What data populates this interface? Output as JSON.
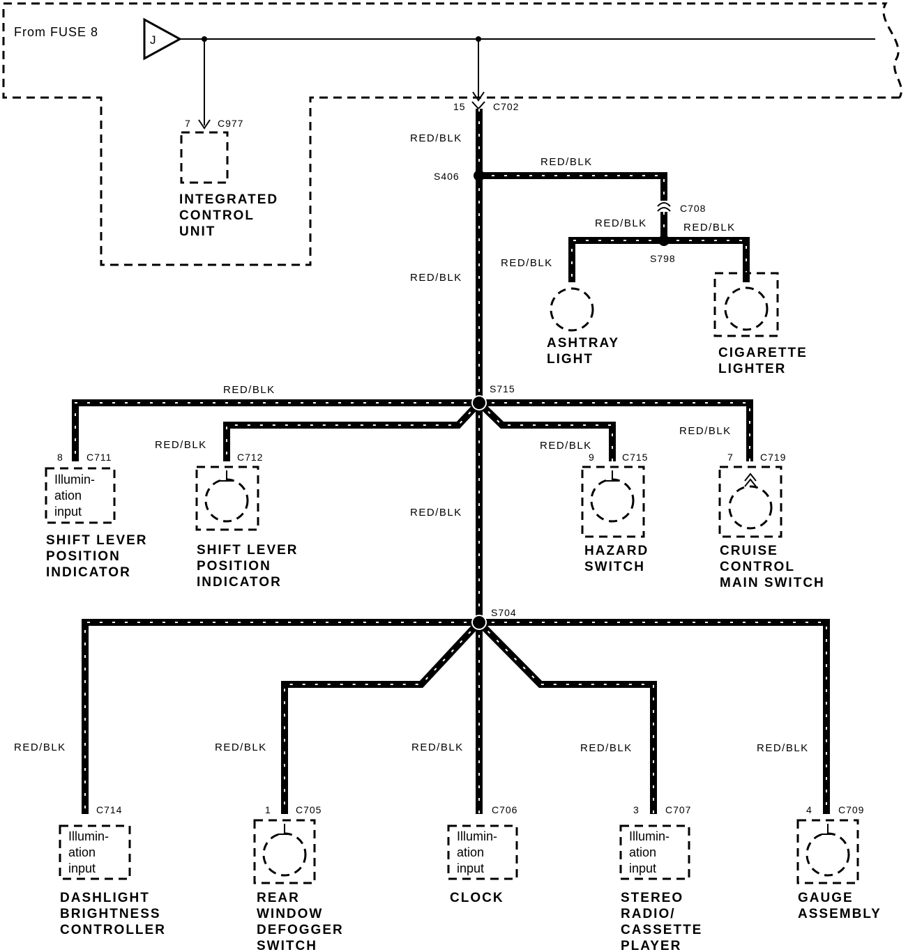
{
  "source": {
    "label": "From FUSE 8",
    "fuse_symbol": "J"
  },
  "wire_color": "RED/BLK",
  "connectors": {
    "c977": {
      "pin": "7",
      "id": "C977"
    },
    "c702": {
      "pin": "15",
      "id": "C702"
    },
    "c708": {
      "id": "C708"
    },
    "c711": {
      "pin": "8",
      "id": "C711"
    },
    "c712": {
      "id": "C712"
    },
    "c715": {
      "pin": "9",
      "id": "C715"
    },
    "c719": {
      "pin": "7",
      "id": "C719"
    },
    "c714": {
      "id": "C714"
    },
    "c705": {
      "pin": "1",
      "id": "C705"
    },
    "c706": {
      "id": "C706"
    },
    "c707": {
      "pin": "3",
      "id": "C707"
    },
    "c709": {
      "pin": "4",
      "id": "C709"
    }
  },
  "splices": {
    "s406": "S406",
    "s798": "S798",
    "s715": "S715",
    "s704": "S704"
  },
  "illumination_input": [
    "Illumin-",
    "ation",
    "input"
  ],
  "components": {
    "icu": [
      "INTEGRATED",
      "CONTROL",
      "UNIT"
    ],
    "ashtray": [
      "ASHTRAY",
      "LIGHT"
    ],
    "cigarette": [
      "CIGARETTE",
      "LIGHTER"
    ],
    "shift1": [
      "SHIFT LEVER",
      "POSITION",
      "INDICATOR"
    ],
    "shift2": [
      "SHIFT LEVER",
      "POSITION",
      "INDICATOR"
    ],
    "hazard": [
      "HAZARD",
      "SWITCH"
    ],
    "cruise": [
      "CRUISE",
      "CONTROL",
      "MAIN SWITCH"
    ],
    "dashlight": [
      "DASHLIGHT",
      "BRIGHTNESS",
      "CONTROLLER"
    ],
    "defogger": [
      "REAR",
      "WINDOW",
      "DEFOGGER",
      "SWITCH"
    ],
    "clock": [
      "CLOCK"
    ],
    "stereo": [
      "STEREO",
      "RADIO/",
      "CASSETTE",
      "PLAYER"
    ],
    "gauge": [
      "GAUGE",
      "ASSEMBLY"
    ]
  }
}
